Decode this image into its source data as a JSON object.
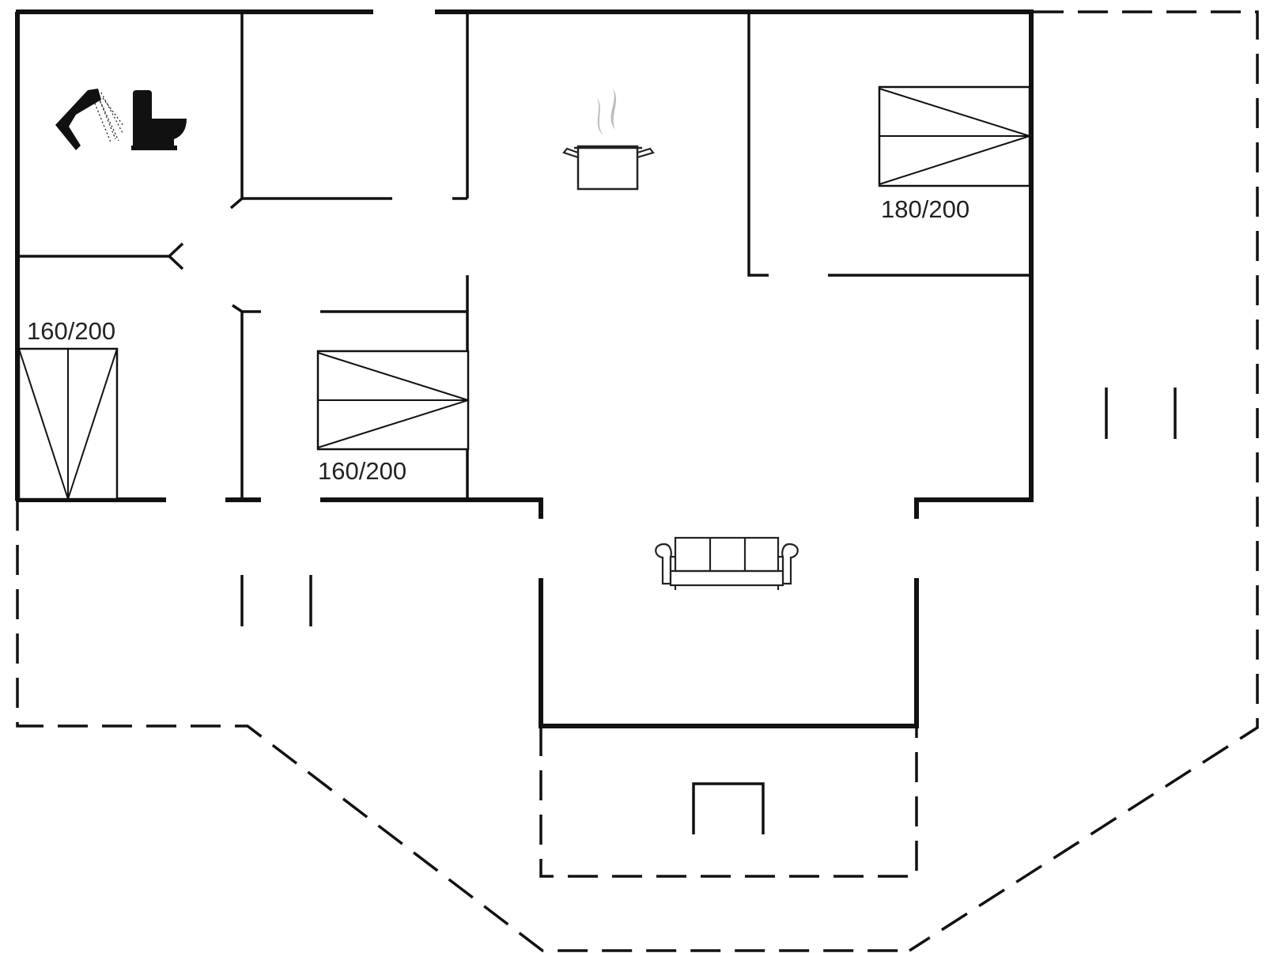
{
  "floorplan": {
    "beds": [
      {
        "id": "bed-left",
        "size_label": "160/200"
      },
      {
        "id": "bed-middle",
        "size_label": "160/200"
      },
      {
        "id": "bed-right",
        "size_label": "180/200"
      }
    ],
    "icons": [
      "shower-icon",
      "toilet-icon",
      "cooking-pot-icon",
      "sofa-icon"
    ],
    "colors": {
      "line": "#111111",
      "background": "#ffffff",
      "steam": "#bbbbbb"
    }
  }
}
